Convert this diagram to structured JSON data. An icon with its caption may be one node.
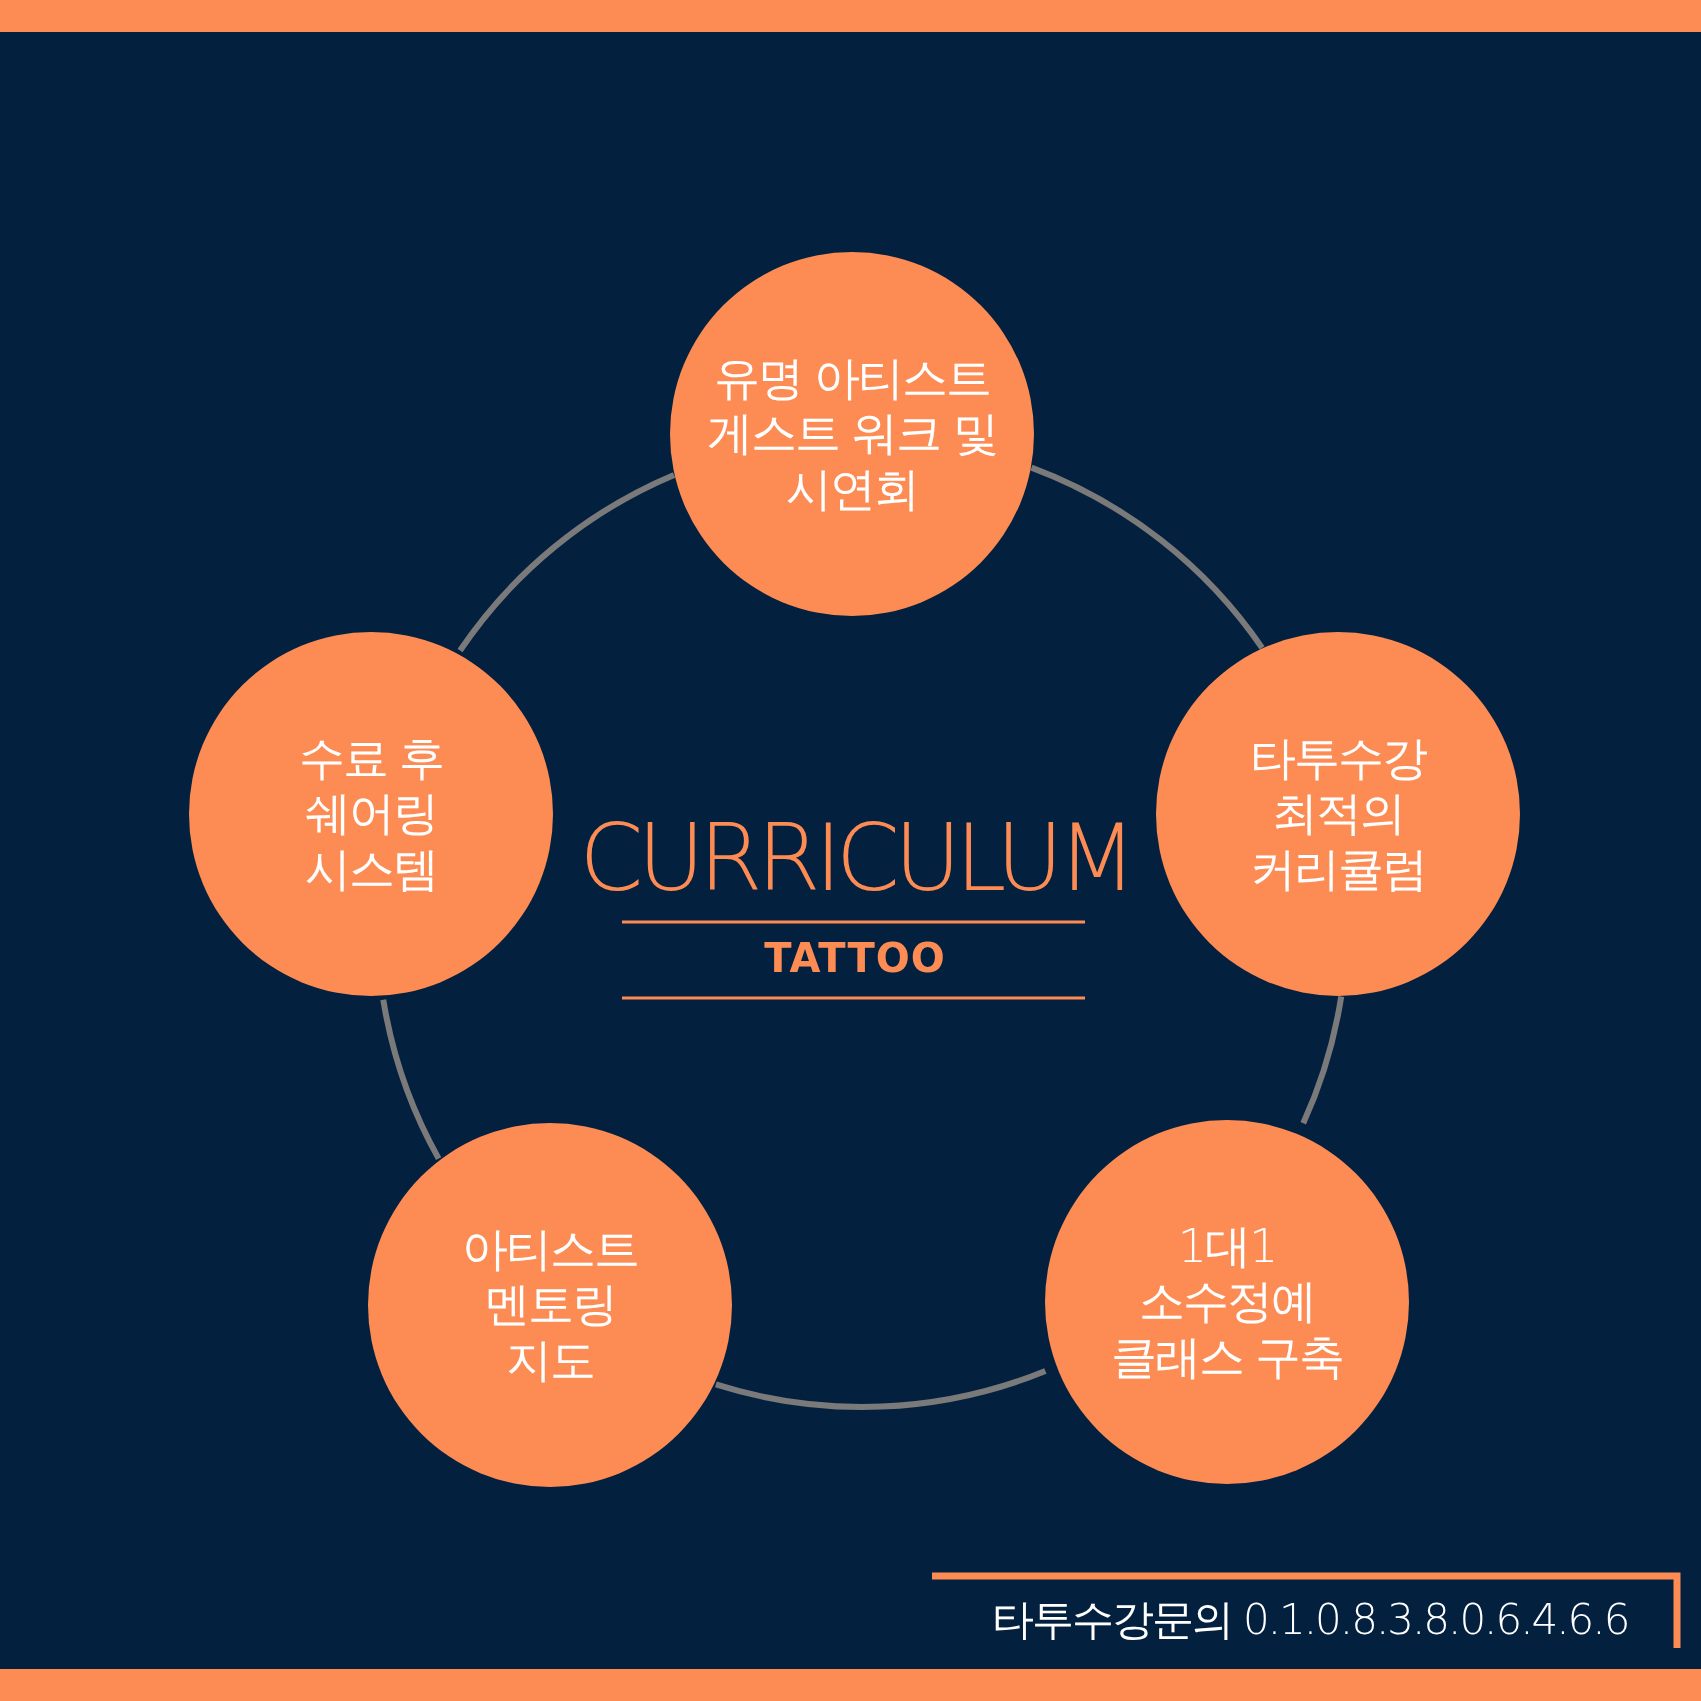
{
  "diagram": {
    "nodes": [
      {
        "text": [
          "유명 아티스트 게스트 워크 및 시연회"
        ]
      },
      {
        "text": [
          "수료 후 쉐어링 시스템"
        ]
      },
      {
        "text": [
          "타투수강 최적의 커리큘럼"
        ]
      },
      {
        "text": [
          "아티스트 멘토링 지도"
        ]
      },
      {
        "text": [
          "1대1 소수정예 클래스 구축"
        ]
      }
    ],
    "edges": [
      {
        "from": 0,
        "to": 2,
        "arrow": "none"
      },
      {
        "from": 2,
        "to": 4,
        "arrow": "none"
      },
      {
        "from": 4,
        "to": 3,
        "arrow": "none"
      },
      {
        "from": 3,
        "to": 1,
        "arrow": "none"
      },
      {
        "from": 1,
        "to": 0,
        "arrow": "none"
      }
    ],
    "labels": [
      "CURRICULUM",
      "TATTOO",
      "타투수강문의 0.1.0.8.3.8.0.6.4.6.6"
    ]
  }
}
